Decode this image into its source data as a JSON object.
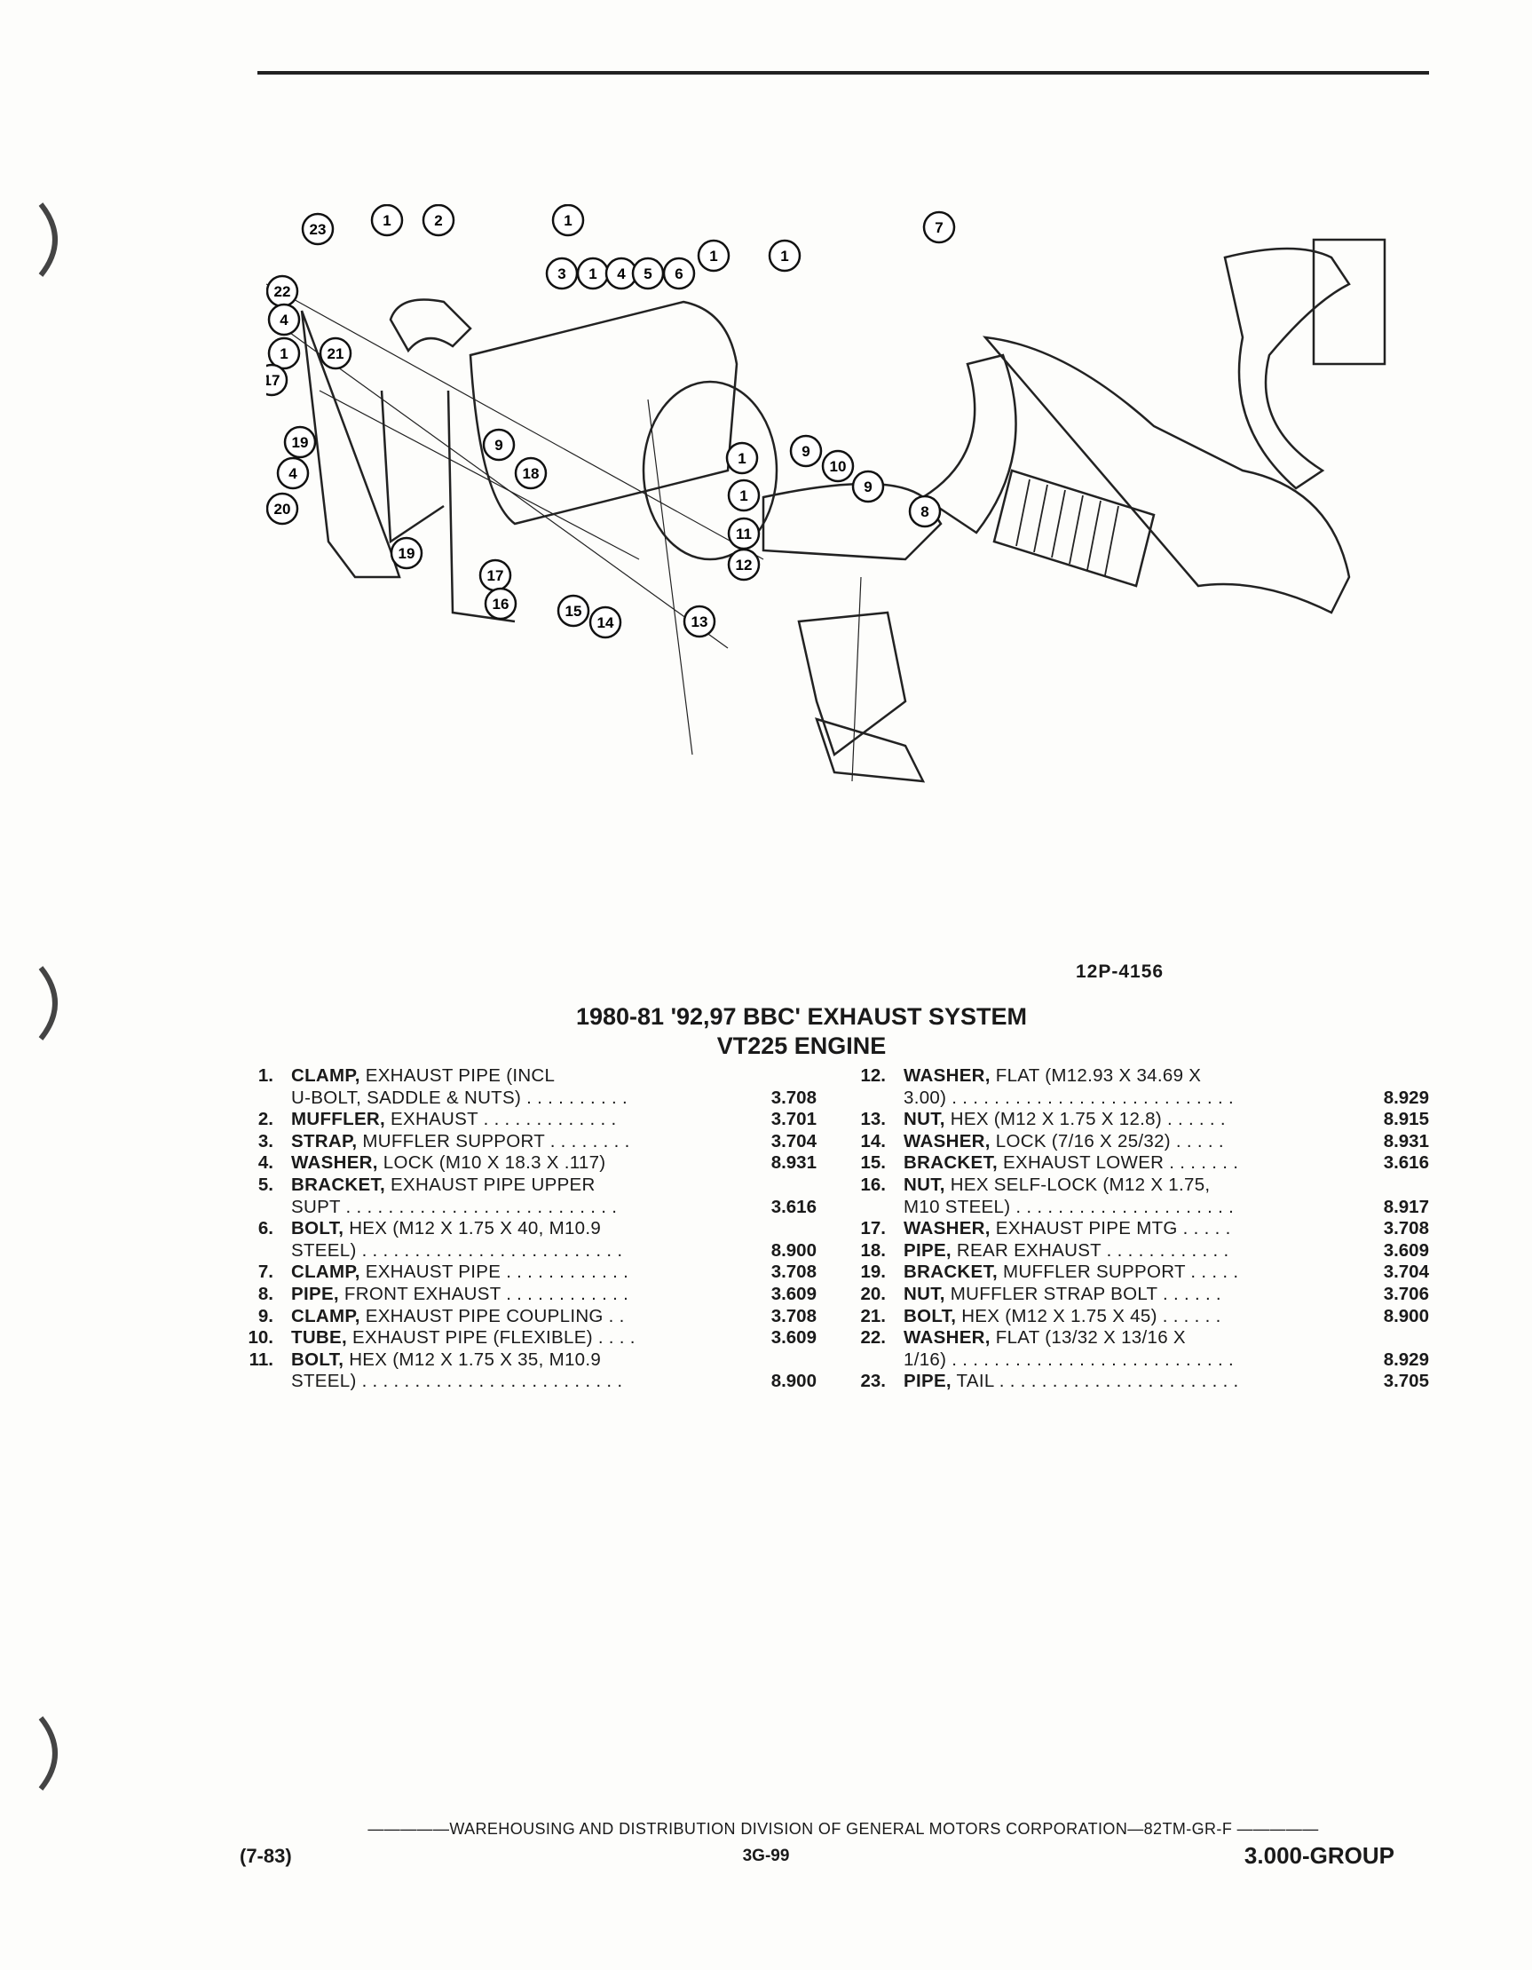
{
  "figure": {
    "code": "12P-4156",
    "callouts": [
      "23",
      "1",
      "2",
      "1",
      "3",
      "1",
      "4",
      "5",
      "6",
      "1",
      "1",
      "7",
      "22",
      "4",
      "1",
      "21",
      "17",
      "16",
      "19",
      "9",
      "18",
      "4",
      "20",
      "19",
      "17",
      "16",
      "15",
      "14",
      "13",
      "12",
      "11",
      "1",
      "1",
      "9",
      "10",
      "9",
      "8"
    ]
  },
  "heading": {
    "line1": "1980-81 '92,97 BBC' EXHAUST SYSTEM",
    "line2": "VT225 ENGINE"
  },
  "parts_left": [
    {
      "num": "1.",
      "name": "CLAMP,",
      "desc": " EXHAUST PIPE (INCL\nU-BOLT, SADDLE & NUTS) . . . . . . . . . .",
      "code": "3.708"
    },
    {
      "num": "2.",
      "name": "MUFFLER,",
      "desc": " EXHAUST . . . . . . . . . . . . .",
      "code": "3.701"
    },
    {
      "num": "3.",
      "name": "STRAP,",
      "desc": " MUFFLER SUPPORT . . . . . . . .",
      "code": "3.704"
    },
    {
      "num": "4.",
      "name": "WASHER,",
      "desc": " LOCK (M10 X 18.3 X .117)",
      "code": "8.931"
    },
    {
      "num": "5.",
      "name": "BRACKET,",
      "desc": " EXHAUST PIPE UPPER\nSUPT . . . . . . . . . . . . . . . . . . . . . . . . . .",
      "code": "3.616"
    },
    {
      "num": "6.",
      "name": "BOLT,",
      "desc": " HEX (M12 X 1.75 X 40, M10.9\nSTEEL) . . . . . . . . . . . . . . . . . . . . . . . . .",
      "code": "8.900"
    },
    {
      "num": "7.",
      "name": "CLAMP,",
      "desc": " EXHAUST PIPE . . . . . . . . . . . .",
      "code": "3.708"
    },
    {
      "num": "8.",
      "name": "PIPE,",
      "desc": " FRONT EXHAUST . . . . . . . . . . . .",
      "code": "3.609"
    },
    {
      "num": "9.",
      "name": "CLAMP,",
      "desc": " EXHAUST PIPE COUPLING . .",
      "code": "3.708"
    },
    {
      "num": "10.",
      "name": "TUBE,",
      "desc": " EXHAUST PIPE (FLEXIBLE) . . . .",
      "code": "3.609"
    },
    {
      "num": "11.",
      "name": "BOLT,",
      "desc": " HEX (M12 X 1.75 X 35, M10.9\nSTEEL) . . . . . . . . . . . . . . . . . . . . . . . . .",
      "code": "8.900"
    }
  ],
  "parts_right": [
    {
      "num": "12.",
      "name": "WASHER,",
      "desc": " FLAT (M12.93 X 34.69 X\n3.00) . . . . . . . . . . . . . . . . . . . . . . . . . . .",
      "code": "8.929"
    },
    {
      "num": "13.",
      "name": "NUT,",
      "desc": " HEX (M12 X 1.75 X 12.8) . . . . . .",
      "code": "8.915"
    },
    {
      "num": "14.",
      "name": "WASHER,",
      "desc": " LOCK (7/16 X 25/32) . . . . .",
      "code": "8.931"
    },
    {
      "num": "15.",
      "name": "BRACKET,",
      "desc": " EXHAUST LOWER . . . . . . .",
      "code": "3.616"
    },
    {
      "num": "16.",
      "name": "NUT,",
      "desc": " HEX SELF-LOCK (M12 X 1.75,\nM10 STEEL) . . . . . . . . . . . . . . . . . . . . .",
      "code": "8.917"
    },
    {
      "num": "17.",
      "name": "WASHER,",
      "desc": " EXHAUST PIPE MTG . . . . .",
      "code": "3.708"
    },
    {
      "num": "18.",
      "name": "PIPE,",
      "desc": " REAR EXHAUST . . . . . . . . . . . .",
      "code": "3.609"
    },
    {
      "num": "19.",
      "name": "BRACKET,",
      "desc": " MUFFLER SUPPORT . . . . .",
      "code": "3.704"
    },
    {
      "num": "20.",
      "name": "NUT,",
      "desc": " MUFFLER STRAP BOLT . . . . . .",
      "code": "3.706"
    },
    {
      "num": "21.",
      "name": "BOLT,",
      "desc": " HEX (M12 X 1.75 X 45) . . . . . .",
      "code": "8.900"
    },
    {
      "num": "22.",
      "name": "WASHER,",
      "desc": " FLAT (13/32 X 13/16 X\n1/16) . . . . . . . . . . . . . . . . . . . . . . . . . . .",
      "code": "8.929"
    },
    {
      "num": "23.",
      "name": "PIPE,",
      "desc": " TAIL . . . . . . . . . . . . . . . . . . . . . . .",
      "code": "3.705"
    }
  ],
  "footer": {
    "line": "—————WAREHOUSING AND DISTRIBUTION DIVISION OF GENERAL MOTORS CORPORATION—82TM-GR-F —————",
    "date": "(7-83)",
    "page": "3G-99",
    "group": "3.000-GROUP"
  }
}
